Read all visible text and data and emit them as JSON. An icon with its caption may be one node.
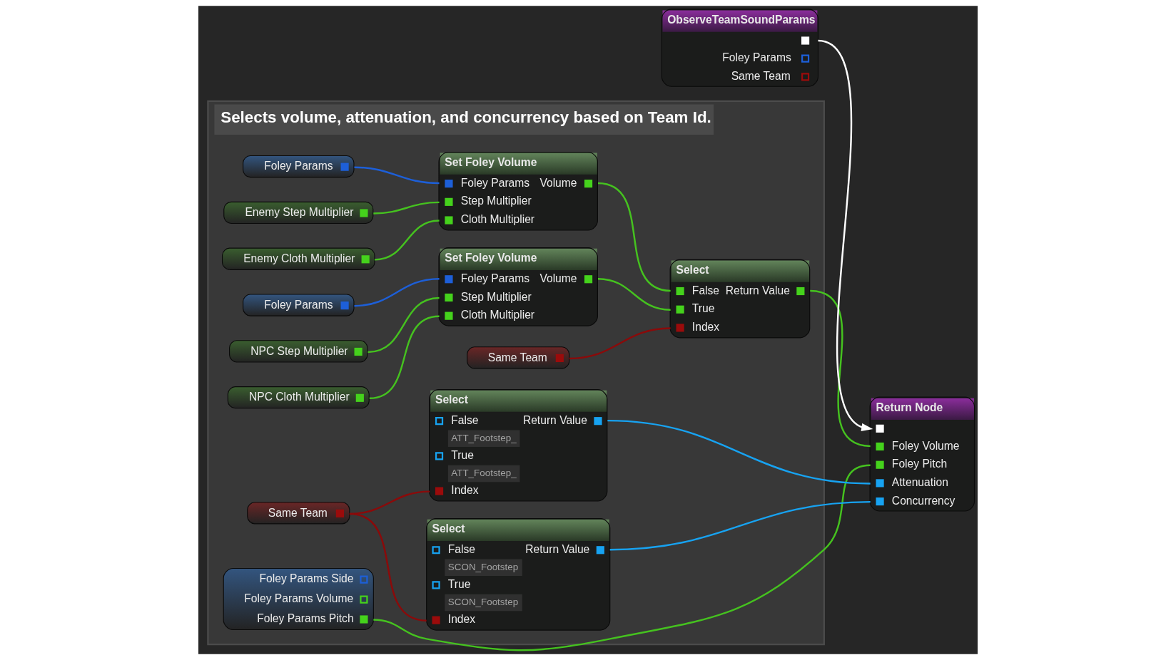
{
  "diagram": {
    "nodes": [
      {
        "text": [
          "Selects volume, attenuation, and concurrency based on Team Id."
        ]
      },
      {
        "text": [
          "ObserveTeamSoundParams",
          "Foley Params",
          "Same Team"
        ]
      },
      {
        "text": [
          "Return Node",
          "Foley Volume",
          "Foley Pitch",
          "Attenuation",
          "Concurrency"
        ]
      },
      {
        "text": [
          "Foley Params"
        ],
        "in": 0
      },
      {
        "text": [
          "Enemy Step Multiplier"
        ],
        "in": 0
      },
      {
        "text": [
          "Enemy Cloth Multiplier"
        ],
        "in": 0
      },
      {
        "text": [
          "Set Foley Volume",
          "Foley Params",
          "Volume",
          "Step Multiplier",
          "Cloth Multiplier"
        ],
        "in": 0
      },
      {
        "text": [
          "Select",
          "False",
          "Return Value",
          "True",
          "Index"
        ],
        "in": 0
      },
      {
        "text": [
          "Same Team"
        ],
        "in": 0
      },
      {
        "text": [
          "Foley Params"
        ],
        "in": 0
      },
      {
        "text": [
          "NPC Step Multiplier"
        ],
        "in": 0
      },
      {
        "text": [
          "NPC Cloth Multiplier"
        ],
        "in": 0
      },
      {
        "text": [
          "Set Foley Volume",
          "Foley Params",
          "Volume",
          "Step Multiplier",
          "Cloth Multiplier"
        ],
        "in": 0
      },
      {
        "text": [
          "Foley Params Side",
          "Foley Params Volume",
          "Foley Params Pitch"
        ],
        "in": 0
      },
      {
        "text": [
          "Select",
          "False",
          "Return Value",
          "ATT_Footstep_",
          "True",
          "ATT_Footstep_",
          "Index"
        ],
        "in": 0
      },
      {
        "text": [
          "Same Team"
        ],
        "in": 0
      },
      {
        "text": [
          "Select",
          "False",
          "Return Value",
          "SCON_Footstep",
          "True",
          "SCON_Footstep",
          "Index"
        ],
        "in": 0
      }
    ],
    "edges": [
      {
        "from": 1,
        "to": 2,
        "arrow": "to",
        "color": "#ffffff"
      },
      {
        "from": 3,
        "to": 6,
        "arrow": "none",
        "color": "#1d5fd8"
      },
      {
        "from": 4,
        "to": 6,
        "arrow": "none"
      },
      {
        "from": 5,
        "to": 6,
        "arrow": "none"
      },
      {
        "from": 6,
        "to": 7,
        "arrow": "none"
      },
      {
        "from": 8,
        "to": 7,
        "arrow": "none",
        "color": "#8b0a0a"
      },
      {
        "from": 9,
        "to": 12,
        "arrow": "none",
        "color": "#1d5fd8"
      },
      {
        "from": 10,
        "to": 12,
        "arrow": "none"
      },
      {
        "from": 11,
        "to": 12,
        "arrow": "none"
      },
      {
        "from": 12,
        "to": 7,
        "arrow": "none"
      },
      {
        "from": 7,
        "to": 2,
        "arrow": "none"
      },
      {
        "from": 13,
        "to": 2,
        "arrow": "none"
      },
      {
        "from": 14,
        "to": 2,
        "arrow": "none",
        "color": "#17a3f2"
      },
      {
        "from": 16,
        "to": 2,
        "arrow": "none",
        "color": "#17a3f2"
      },
      {
        "from": 15,
        "to": 14,
        "arrow": "none",
        "color": "#8b0a0a"
      },
      {
        "from": 15,
        "to": 16,
        "arrow": "none",
        "color": "#8b0a0a"
      }
    ]
  }
}
